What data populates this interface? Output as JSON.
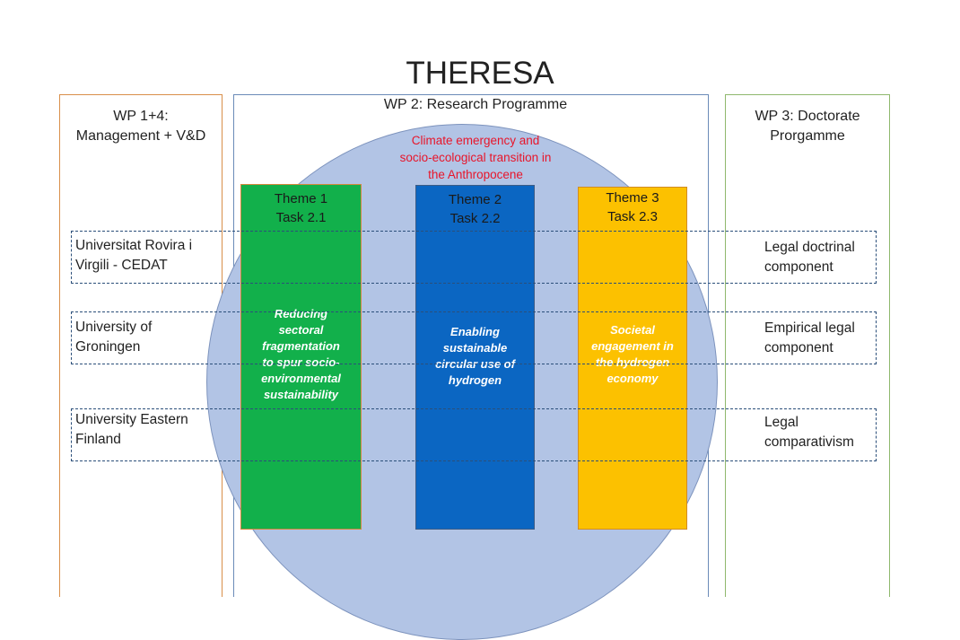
{
  "title": "THERESA",
  "work_packages": {
    "left": "WP 1+4:\nManagement + V&D",
    "middle": "WP 2: Research Programme",
    "right": "WP 3: Doctorate\nProrgamme"
  },
  "center_heading": "Climate emergency and\nsocio-ecological transition in\nthe Anthropocene",
  "themes": [
    {
      "head": "Theme 1\nTask 2.1",
      "desc": "Reducing\nsectoral\nfragmentation\nto spur socio-\nenvironmental\nsustainability",
      "color": "#12b04b"
    },
    {
      "head": "Theme 2\nTask 2.2",
      "desc": "Enabling\nsustainable\ncircular use of\nhydrogen",
      "color": "#0b66c2"
    },
    {
      "head": "Theme 3\nTask 2.3",
      "desc": "Societal\nengagement in\nthe hydrogen\neconomy",
      "color": "#fcc100"
    }
  ],
  "rows": [
    {
      "university": "Universitat Rovira i\nVirgili - CEDAT",
      "component": "Legal doctrinal\ncomponent"
    },
    {
      "university": "University of\nGroningen",
      "component": "Empirical legal\ncomponent"
    },
    {
      "university": "University Eastern\nFinland",
      "component": "Legal\ncomparativism"
    }
  ]
}
